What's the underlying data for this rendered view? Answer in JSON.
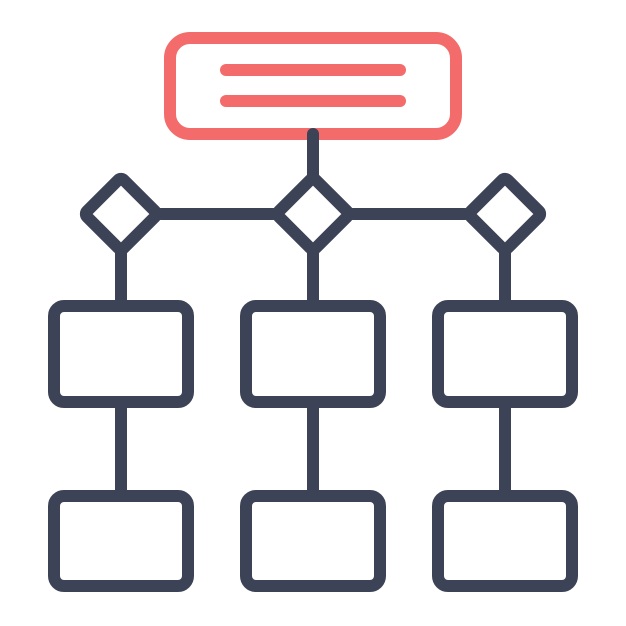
{
  "icon": {
    "name": "flowchart-hierarchy-icon",
    "colors": {
      "accent": "#F46B6B",
      "stroke": "#3D4356",
      "background": "#FFFFFF"
    },
    "structure": {
      "header_box": {
        "role": "root-node",
        "text_lines": 2
      },
      "decision_nodes": 3,
      "columns": 3,
      "boxes_per_column": 2
    }
  }
}
